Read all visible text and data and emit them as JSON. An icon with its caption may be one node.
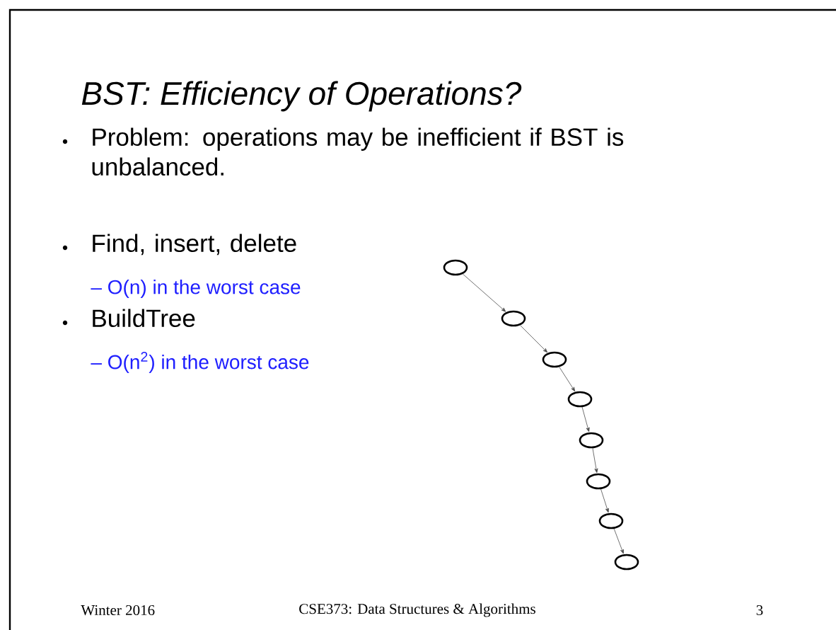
{
  "diagram": {
    "title": "BST: Efficiency of Operations?",
    "nodes": [
      {
        "text": [],
        "shape": "circle"
      },
      {
        "text": [],
        "shape": "circle"
      },
      {
        "text": [],
        "shape": "circle"
      },
      {
        "text": [],
        "shape": "circle"
      },
      {
        "text": [],
        "shape": "circle"
      },
      {
        "text": [],
        "shape": "circle"
      },
      {
        "text": [],
        "shape": "circle"
      },
      {
        "text": [],
        "shape": "circle"
      }
    ],
    "edges": [
      {
        "from": 0,
        "to": 1,
        "arrow": "to"
      },
      {
        "from": 1,
        "to": 2,
        "arrow": "to"
      },
      {
        "from": 2,
        "to": 3,
        "arrow": "to"
      },
      {
        "from": 3,
        "to": 4,
        "arrow": "to"
      },
      {
        "from": 4,
        "to": 5,
        "arrow": "to"
      },
      {
        "from": 5,
        "to": 6,
        "arrow": "to"
      },
      {
        "from": 6,
        "to": 7,
        "arrow": "to"
      }
    ],
    "labels": [
      "Problem: operations may be inefficient if BST is unbalanced.",
      "Find, insert, delete",
      "– O(n) in the worst case",
      "BuildTree",
      "– O(n$^{2}$) in the worst case",
      "Winter 2016",
      "CSE373: Data Structures & Algorithms",
      "3"
    ]
  }
}
